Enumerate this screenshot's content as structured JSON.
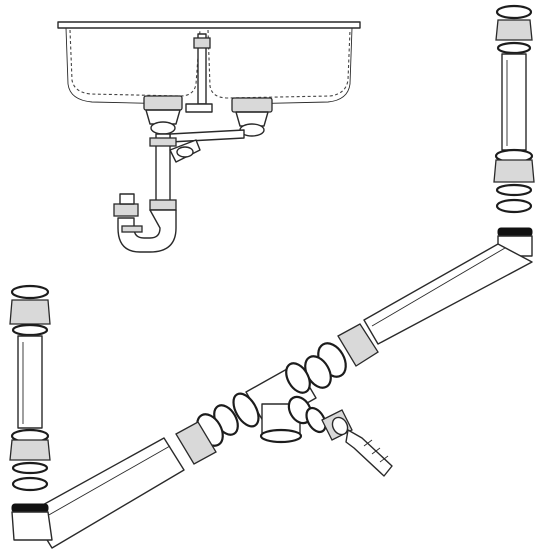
{
  "diagram": {
    "labels": [],
    "colors": {
      "line": "#2a2a2a",
      "nut_fill": "#d9d9d9",
      "gasket": "#111111",
      "background": "#ffffff"
    },
    "parts": [
      "double-sink-basin",
      "left-strainer",
      "right-strainer",
      "overflow-pipe",
      "p-trap",
      "right-riser-tube",
      "left-riser-tube",
      "long-diagonal-pipe",
      "short-diagonal-pipe",
      "tee-fitting",
      "hose-barb-adapter"
    ]
  }
}
